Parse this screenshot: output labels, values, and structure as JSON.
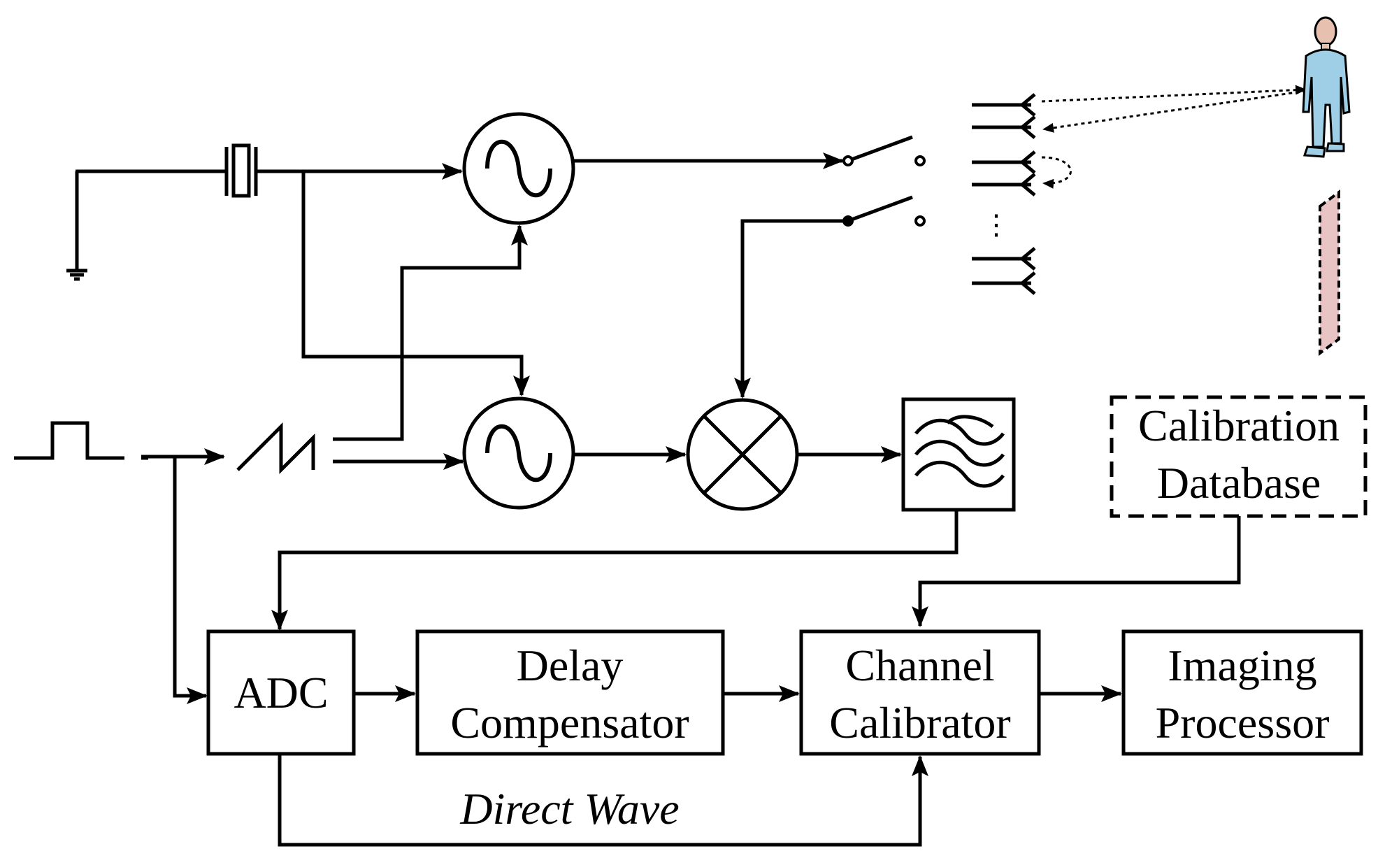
{
  "blocks": {
    "adc": {
      "label": "ADC"
    },
    "delay_compensator": {
      "line1": "Delay",
      "line2": "Compensator"
    },
    "channel_calibrator": {
      "line1": "Channel",
      "line2": "Calibrator"
    },
    "imaging_processor": {
      "line1": "Imaging",
      "line2": "Processor"
    },
    "calibration_database": {
      "line1": "Calibration",
      "line2": "Database"
    }
  },
  "labels": {
    "direct_wave": "Direct Wave",
    "antenna_ellipsis": "⋮"
  },
  "icons": {
    "crystal": "crystal-oscillator-icon",
    "oscillator": "sine-oscillator-icon",
    "mixer": "mixer-icon",
    "filter": "bandpass-filter-icon",
    "pulse": "pulse-icon",
    "ramp": "sawtooth-icon",
    "ground": "ground-icon",
    "switch": "switch-icon",
    "antenna": "antenna-icon",
    "person": "person-icon",
    "wall": "wall-icon"
  },
  "colors": {
    "line": "#000000",
    "person_body": "#9ecfe6",
    "person_head": "#e8c0b0",
    "wall_fill": "#e8c4c4"
  }
}
